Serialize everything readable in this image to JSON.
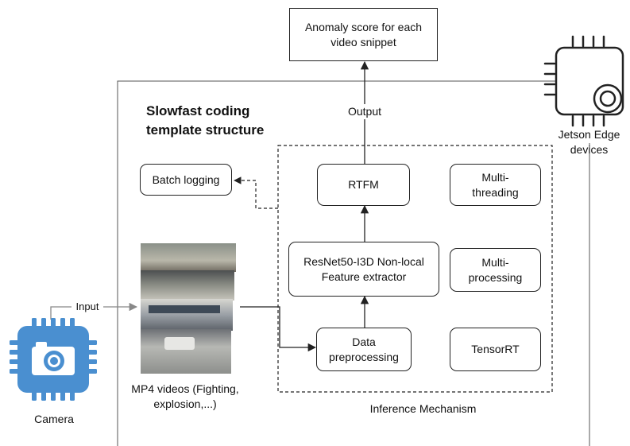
{
  "diagram": {
    "output_box": "Anomaly score for each\nvideo snippet",
    "output_label": "Output",
    "section_title": "Slowfast coding\ntemplate structure",
    "jetson_label": "Jetson Edge\ndevices",
    "batch_logging": "Batch logging",
    "rtfm": "RTFM",
    "feature_extractor": "ResNet50-I3D Non-local\nFeature extractor",
    "data_preprocessing": "Data\npreprocessing",
    "multithreading": "Multi-\nthreading",
    "multiprocessing": "Multi-\nprocessing",
    "tensorrt": "TensorRT",
    "inference_label": "Inference Mechanism",
    "input_label": "Input",
    "camera_label": "Camera",
    "videos_label": "MP4 videos (Fighting,\nexplosion,...)"
  },
  "colors": {
    "camera_blue": "#4a8fd0",
    "line": "#222222",
    "gray_arrow": "#888888"
  },
  "icons": [
    "camera-chip-icon",
    "jetson-chip-icon"
  ]
}
